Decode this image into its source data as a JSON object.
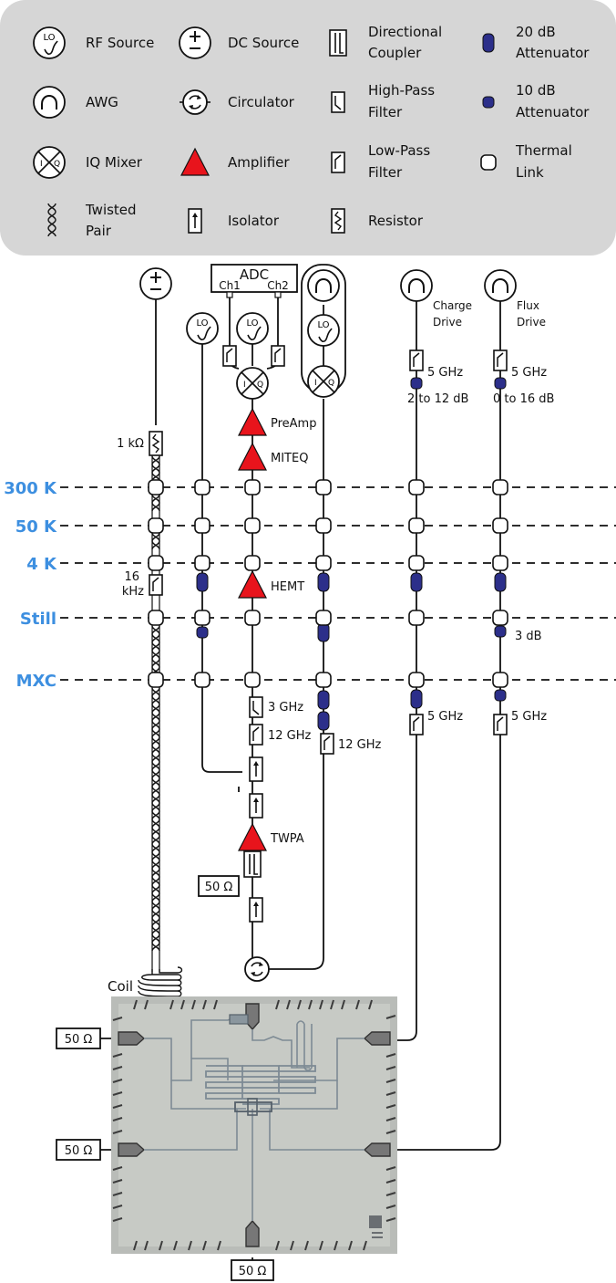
{
  "colors": {
    "stage": "#3d8fe0",
    "amplifier": "#e8141c",
    "attenuator": "#2c2f8a",
    "legend_bg": "#d6d6d6"
  },
  "legend": {
    "rf_source": "RF Source",
    "dc_source": "DC Source",
    "coupler_1": "Directional",
    "coupler_2": "Coupler",
    "att20_1": "20 dB",
    "att20_2": "Attenuator",
    "awg": "AWG",
    "circulator": "Circulator",
    "hpf_1": "High-Pass",
    "hpf_2": "Filter",
    "att10_1": "10 dB",
    "att10_2": "Attenuator",
    "iq_mixer": "IQ Mixer",
    "amplifier": "Amplifier",
    "lpf_1": "Low-Pass",
    "lpf_2": "Filter",
    "thermal_1": "Thermal",
    "thermal_2": "Link",
    "twisted_1": "Twisted",
    "twisted_2": "Pair",
    "isolator": "Isolator",
    "resistor": "Resistor"
  },
  "stages": [
    "300 K",
    "50 K",
    "4 K",
    "Still",
    "MXC"
  ],
  "adc": {
    "title": "ADC",
    "ch1": "Ch1",
    "ch2": "Ch2"
  },
  "labels": {
    "lo": "LO",
    "mixer_i": "I",
    "mixer_q": "Q",
    "preamp": "PreAmp",
    "miteq": "MITEQ",
    "hemt": "HEMT",
    "twpa": "TWPA",
    "res_1k": "1 kΩ",
    "lpf16_a": "16",
    "lpf16_b": "kHz",
    "f3ghz": "3 GHz",
    "f12ghz_a": "12 GHz",
    "f12ghz_b": "12 GHz",
    "charge_1": "Charge",
    "charge_2": "Drive",
    "flux_1": "Flux",
    "flux_2": "Drive",
    "charge_5ghz": "5 GHz",
    "charge_att": "2 to 12 dB",
    "flux_5ghz": "5 GHz",
    "flux_att": "0 to 16 dB",
    "flux_3db": "3 dB",
    "charge_5ghz_mxc": "5 GHz",
    "flux_5ghz_mxc": "5 GHz",
    "term_coupler": "50 Ω",
    "term_left_1": "50 Ω",
    "term_left_2": "50 Ω",
    "term_bottom": "50 Ω",
    "coil": "Coil"
  }
}
